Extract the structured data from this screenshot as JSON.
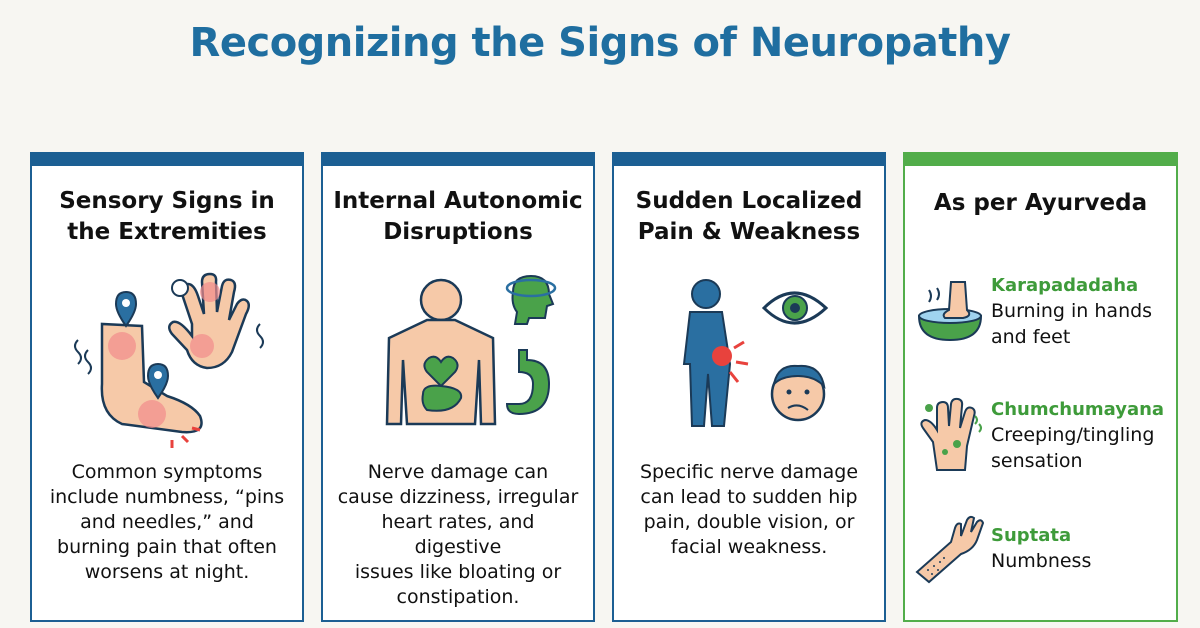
{
  "title": "Recognizing the Signs of Neuropathy",
  "cards": [
    {
      "title_line1": "Sensory Signs in",
      "title_line2": "the Extremities",
      "body": [
        "Common symptoms",
        "include numbness, “pins",
        "and needles,” and",
        "burning pain that often",
        "worsens at night."
      ]
    },
    {
      "title_line1": "Internal Autonomic",
      "title_line2": "Disruptions",
      "body": [
        "Nerve damage can",
        "cause dizziness, irregular",
        "heart rates, and digestive",
        "issues like bloating or",
        "constipation."
      ]
    },
    {
      "title_line1": "Sudden Localized",
      "title_line2": "Pain & Weakness",
      "body": [
        "Specific nerve damage",
        "can lead to sudden hip",
        "pain, double vision, or",
        "facial weakness."
      ]
    }
  ],
  "ayurveda": {
    "title": "As per Ayurveda",
    "items": [
      {
        "name": "Karapadadaha",
        "desc_line1": "Burning in hands",
        "desc_line2": "and feet",
        "icon": "burning-foot-bowl-icon"
      },
      {
        "name": "Chumchumayana",
        "desc_line1": "Creeping/tingling",
        "desc_line2": "sensation",
        "icon": "tingling-hand-icon"
      },
      {
        "name": "Suptata",
        "desc_line1": "Numbness",
        "desc_line2": "",
        "icon": "numb-arm-icon"
      }
    ]
  },
  "colors": {
    "title_blue": "#1f6ea0",
    "card_border_blue": "#1c5f93",
    "card_border_green": "#52ad4a",
    "ayurveda_label_green": "#3e9b3a",
    "skin": "#f6c9a8",
    "pain_red": "#e8423d"
  }
}
